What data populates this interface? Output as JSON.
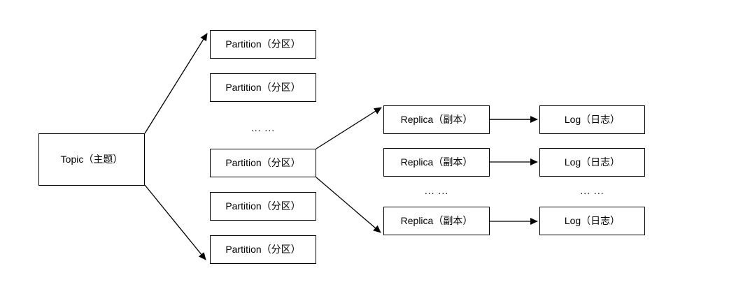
{
  "diagram": {
    "background_color": "#ffffff",
    "box_fill_color": "#ffffff",
    "box_border_color": "#000000",
    "line_color": "#000000",
    "text_color": "#000000",
    "nodes": {
      "topic": "Topic（主题）",
      "partition_1": "Partition（分区）",
      "partition_2": "Partition（分区）",
      "partition_3": "Partition（分区）",
      "partition_4": "Partition（分区）",
      "partition_5": "Partition（分区）",
      "replica_1": "Replica（副本）",
      "replica_2": "Replica（副本）",
      "replica_3": "Replica（副本）",
      "log_1": "Log（日志）",
      "log_2": "Log（日志）",
      "log_3": "Log（日志）",
      "ellipsis_partitions": "... ...",
      "ellipsis_replicas": "... ...",
      "ellipsis_logs": "... ..."
    },
    "edges": [
      {
        "from": "topic",
        "to": "partition_1",
        "style": "arrow"
      },
      {
        "from": "topic",
        "to": "partition_5",
        "style": "arrow"
      },
      {
        "from": "partition_3",
        "to": "replica_1",
        "style": "arrow"
      },
      {
        "from": "partition_3",
        "to": "replica_3",
        "style": "arrow"
      },
      {
        "from": "replica_1",
        "to": "log_1",
        "style": "arrow"
      },
      {
        "from": "replica_2",
        "to": "log_2",
        "style": "arrow"
      },
      {
        "from": "replica_3",
        "to": "log_3",
        "style": "arrow"
      }
    ]
  }
}
